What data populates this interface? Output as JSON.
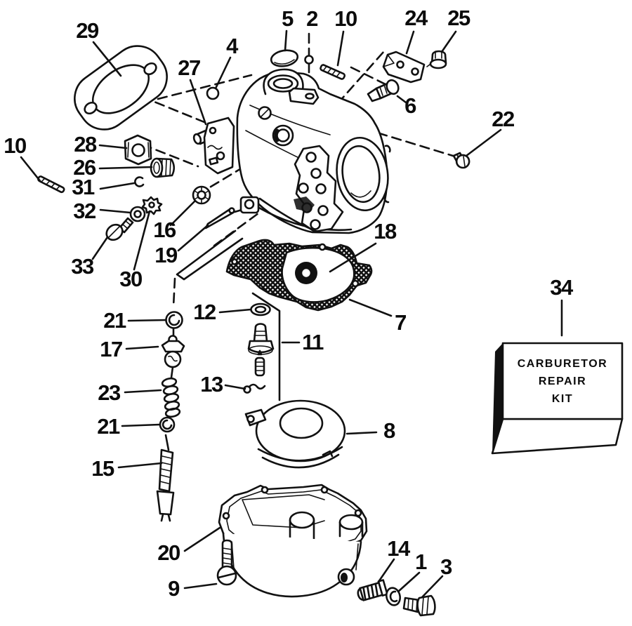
{
  "colors": {
    "ink": "#111111",
    "paper": "#ffffff"
  },
  "kit_box": {
    "line1": "CARBURETOR",
    "line2": "REPAIR",
    "line3": "KIT"
  },
  "callouts": {
    "c29": {
      "label": "29"
    },
    "c5": {
      "label": "5"
    },
    "c2": {
      "label": "2"
    },
    "c10_top": {
      "label": "10"
    },
    "c24": {
      "label": "24"
    },
    "c25": {
      "label": "25"
    },
    "c4": {
      "label": "4"
    },
    "c27": {
      "label": "27"
    },
    "c6": {
      "label": "6"
    },
    "c22": {
      "label": "22"
    },
    "c10_left": {
      "label": "10"
    },
    "c28": {
      "label": "28"
    },
    "c26": {
      "label": "26"
    },
    "c31": {
      "label": "31"
    },
    "c32": {
      "label": "32"
    },
    "c16": {
      "label": "16"
    },
    "c33": {
      "label": "33"
    },
    "c19": {
      "label": "19"
    },
    "c30": {
      "label": "30"
    },
    "c18": {
      "label": "18"
    },
    "c34": {
      "label": "34"
    },
    "c21_upper": {
      "label": "21"
    },
    "c12": {
      "label": "12"
    },
    "c7": {
      "label": "7"
    },
    "c17": {
      "label": "17"
    },
    "c11": {
      "label": "11"
    },
    "c23": {
      "label": "23"
    },
    "c13": {
      "label": "13"
    },
    "c21_lower": {
      "label": "21"
    },
    "c8": {
      "label": "8"
    },
    "c15": {
      "label": "15"
    },
    "c20": {
      "label": "20"
    },
    "c14": {
      "label": "14"
    },
    "c9": {
      "label": "9"
    },
    "c1": {
      "label": "1"
    },
    "c3": {
      "label": "3"
    }
  }
}
